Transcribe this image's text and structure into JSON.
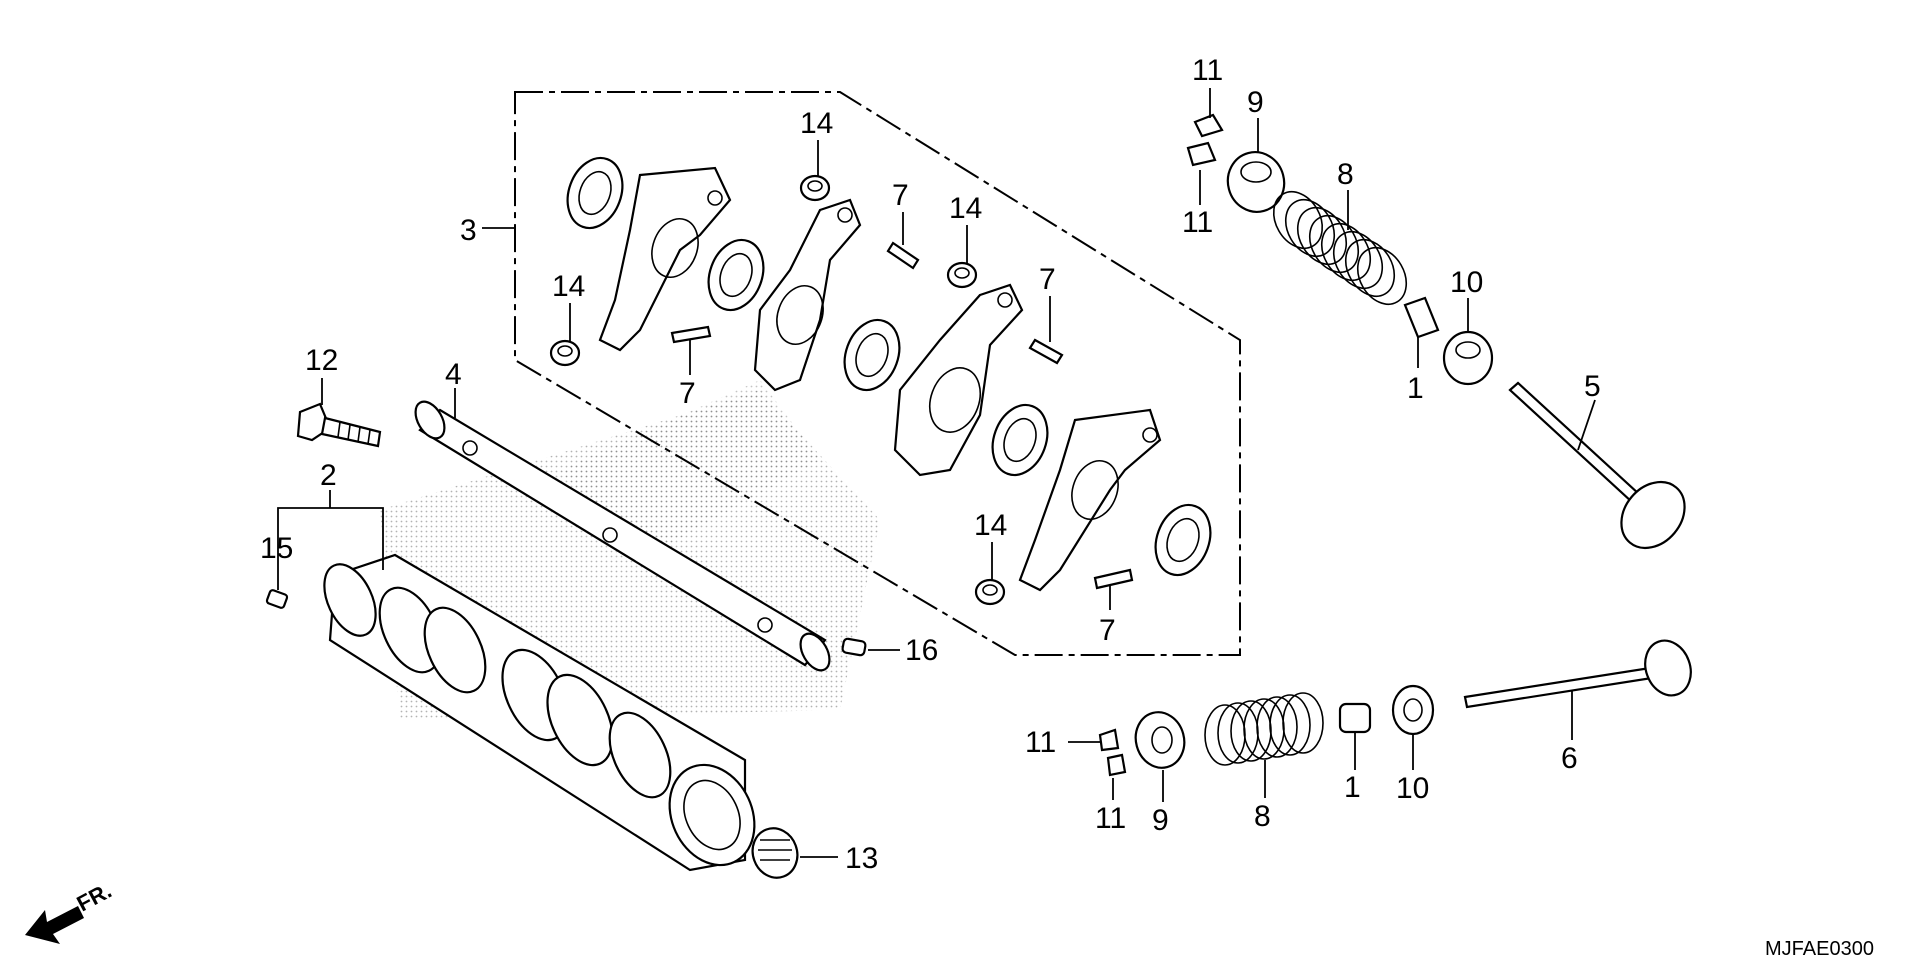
{
  "diagram": {
    "code": "MJFAE0300",
    "direction_marker": "FR."
  },
  "callouts": {
    "c1a": "1",
    "c1b": "1",
    "c2": "2",
    "c3": "3",
    "c4": "4",
    "c5": "5",
    "c6": "6",
    "c7a": "7",
    "c7b": "7",
    "c7c": "7",
    "c7d": "7",
    "c8a": "8",
    "c8b": "8",
    "c9a": "9",
    "c9b": "9",
    "c10a": "10",
    "c10b": "10",
    "c11a": "11",
    "c11b": "11",
    "c11c": "11",
    "c11d": "11",
    "c12": "12",
    "c13": "13",
    "c14a": "14",
    "c14b": "14",
    "c14c": "14",
    "c14d": "14",
    "c15": "15",
    "c16": "16"
  }
}
